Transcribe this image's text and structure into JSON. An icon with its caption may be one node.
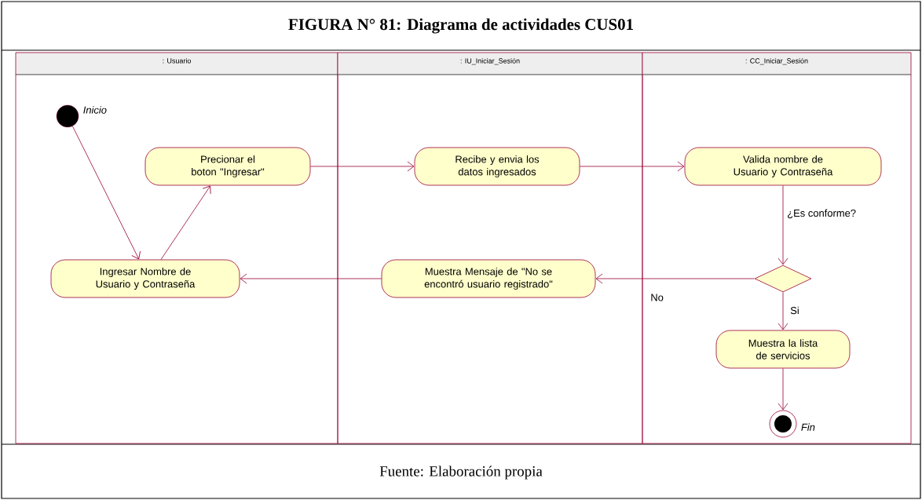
{
  "diagram": {
    "title": "FIGURA N° 81: Diagrama de actividades CUS01",
    "caption": "Fuente: Elaboración propia",
    "nodes": [
      {
        "text": [
          ": Usuario"
        ]
      },
      {
        "text": [
          ": IU_Iniciar_Sesión"
        ]
      },
      {
        "text": [
          ": CC_Iniciar_Sesión"
        ]
      },
      {
        "text": [],
        "shape": "circle",
        "beside": [
          "Inicio"
        ],
        "in": 0
      },
      {
        "text": [
          "Precionar el boton \"Ingresar\""
        ],
        "in": 0
      },
      {
        "text": [
          "Recibe y envia los datos ingresados"
        ],
        "in": 1
      },
      {
        "text": [
          "Valida nombre de Usuario y Contraseña"
        ],
        "in": 2
      },
      {
        "text": [
          "Ingresar Nombre de Usuario y Contraseña"
        ],
        "in": 0
      },
      {
        "text": [
          "Muestra Mensaje de \"No se encontró usuario registrado\""
        ],
        "in": 1
      },
      {
        "text": [],
        "shape": "diamond",
        "in": 2
      },
      {
        "text": [
          "Muestra la lista de servicios"
        ],
        "in": 2
      },
      {
        "text": [],
        "shape": "circle",
        "beside": [
          "Fin"
        ],
        "in": 2
      }
    ],
    "edges": [
      {
        "from": 3,
        "to": 7,
        "arrow": "to"
      },
      {
        "from": 7,
        "to": 4,
        "arrow": "to"
      },
      {
        "from": 4,
        "to": 5,
        "arrow": "to"
      },
      {
        "from": 5,
        "to": 6,
        "arrow": "to"
      },
      {
        "from": 6,
        "to": 9,
        "arrow": "to",
        "label": "¿Es conforme?"
      },
      {
        "from": 9,
        "to": 8,
        "arrow": "to",
        "label": "No"
      },
      {
        "from": 8,
        "to": 7,
        "arrow": "to"
      },
      {
        "from": 9,
        "to": 10,
        "arrow": "to",
        "label": "Si"
      },
      {
        "from": 10,
        "to": 11,
        "arrow": "to"
      }
    ]
  }
}
